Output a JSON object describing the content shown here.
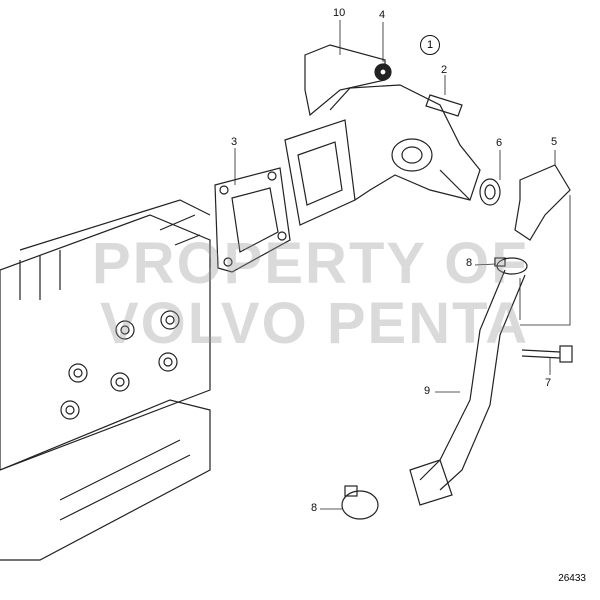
{
  "callouts": {
    "c10": "10",
    "c4": "4",
    "c1": "1",
    "c2": "2",
    "c3": "3",
    "c6": "6",
    "c5": "5",
    "c8a": "8",
    "c7": "7",
    "c9": "9",
    "c8b": "8"
  },
  "watermark": {
    "line1": "PROPERTY OF",
    "line2": "VOLVO PENTA"
  },
  "drawing_number": "26433"
}
